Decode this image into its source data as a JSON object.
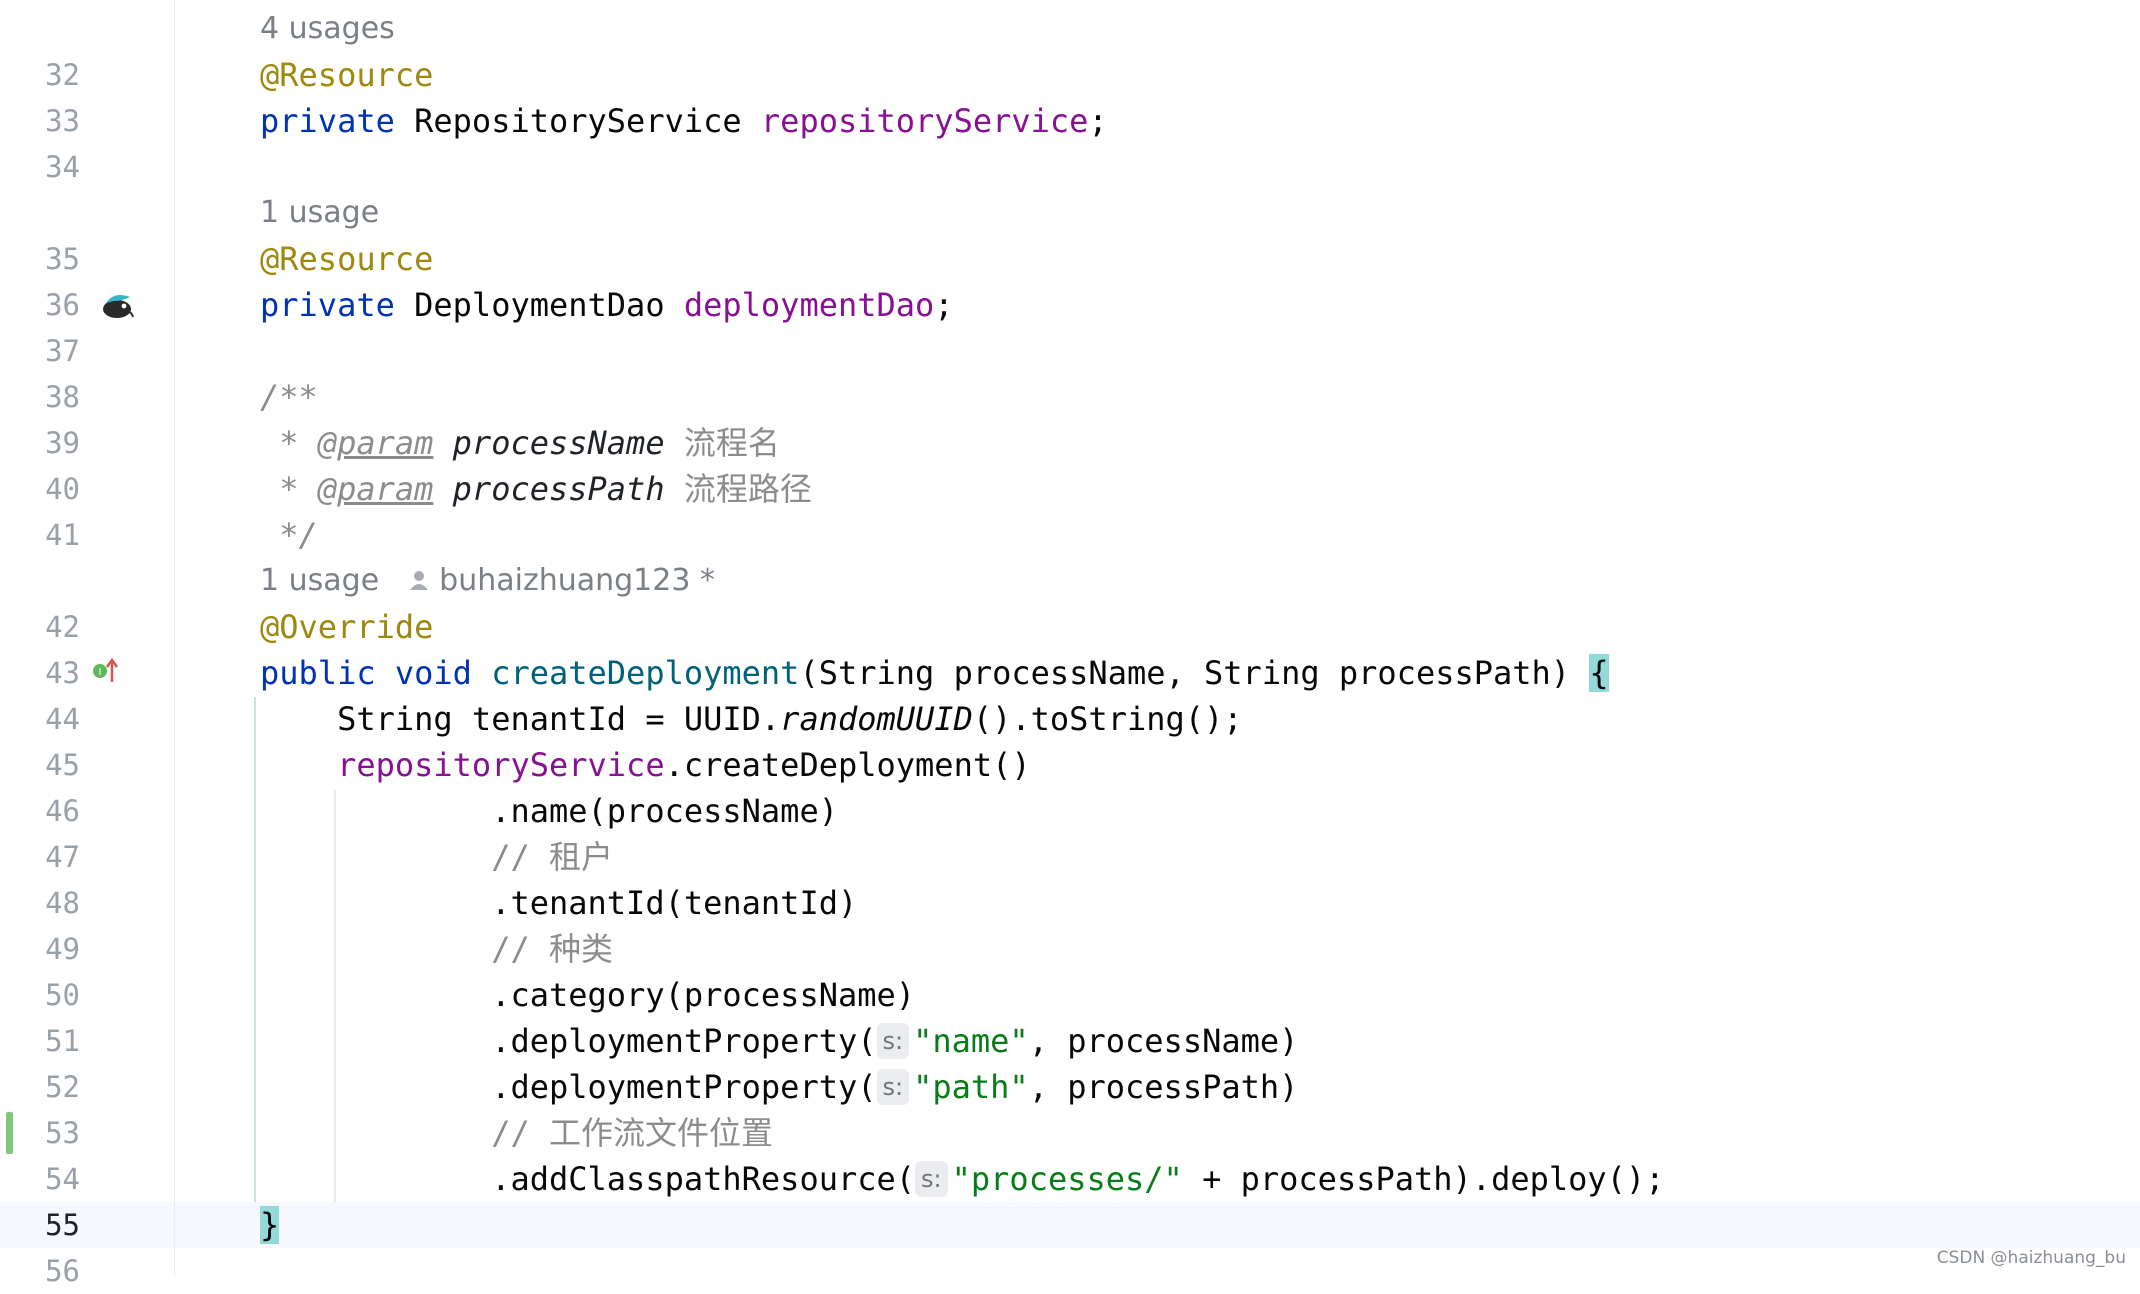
{
  "editor": {
    "usages": {
      "u1": "4 usages",
      "u2": "1 usage",
      "u3": "1 usage",
      "author": "buhaizhuang123 *"
    },
    "line_numbers": [
      "32",
      "33",
      "34",
      "35",
      "36",
      "37",
      "38",
      "39",
      "40",
      "41",
      "42",
      "43",
      "44",
      "45",
      "46",
      "47",
      "48",
      "49",
      "50",
      "51",
      "52",
      "53",
      "54",
      "55",
      "56"
    ],
    "hint_label": "s:",
    "code": {
      "l32_ann": "@Resource",
      "l33_kw": "private",
      "l33_type": "RepositoryService",
      "l33_field": "repositoryService",
      "l33_end": ";",
      "l35_ann": "@Resource",
      "l36_kw": "private",
      "l36_type": "DeploymentDao",
      "l36_field": "deploymentDao",
      "l36_end": ";",
      "l38": "/**",
      "l39_star": " * ",
      "l39_tag": "@param",
      "l39_name": "processName",
      "l39_desc": "流程名",
      "l40_star": " * ",
      "l40_tag": "@param",
      "l40_name": "processPath",
      "l40_desc": "流程路径",
      "l41": " */",
      "l42_ann": "@Override",
      "l43_public": "public",
      "l43_void": "void",
      "l43_method": "createDeployment",
      "l43_params": "(String processName, String processPath)",
      "l43_brace": "{",
      "l44_a": "    String tenantId = UUID.",
      "l44_b": "randomUUID",
      "l44_c": "().toString();",
      "l45_field": "repositoryService",
      "l45_rest": ".createDeployment()",
      "l46": ".name(processName)",
      "l47": "// 租户",
      "l48": ".tenantId(tenantId)",
      "l49": "// 种类",
      "l50": ".category(processName)",
      "l51_a": ".deploymentProperty(",
      "l51_str": "\"name\"",
      "l51_b": ", processName)",
      "l52_a": ".deploymentProperty(",
      "l52_str": "\"path\"",
      "l52_b": ", processPath)",
      "l53": "// 工作流文件位置",
      "l54_a": ".addClasspathResource(",
      "l54_str": "\"processes/\"",
      "l54_b": " + processPath).deploy();",
      "l55": "}"
    }
  },
  "watermark": "CSDN @haizhuang_bu",
  "colors": {
    "keyword": "#0033b3",
    "annotation": "#9e880d",
    "field": "#871094",
    "method": "#00627a",
    "string": "#067d17",
    "comment": "#8c8c8c",
    "brace_highlight": "#93d9d9",
    "change_marker": "#7fc77a"
  },
  "icons": {
    "bean": "spring-bean-icon",
    "implements": "implements-method-icon",
    "author": "user-icon"
  }
}
